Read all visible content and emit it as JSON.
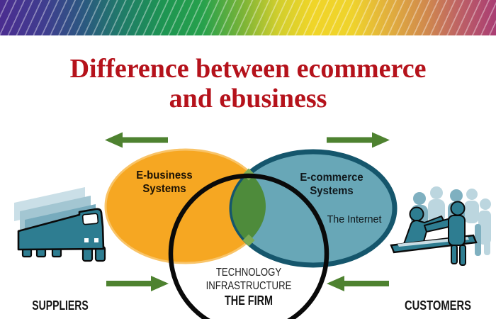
{
  "banner": {
    "stripe": "rgba(255,255,255,0.38)",
    "gradient": [
      "#4B2D90 0%",
      "#3F3D8F 9%",
      "#2B5980 17%",
      "#1F7D67 25%",
      "#1E9552 33%",
      "#27A14C 41%",
      "#7BB437 49%",
      "#D1CE2D 56%",
      "#F0D528 63%",
      "#EFD32C 71%",
      "#E0AC3E 79%",
      "#D0894D 86%",
      "#BC5F66 93%",
      "#A93C73 100%"
    ]
  },
  "title": {
    "line1": "Difference between ecommerce",
    "line2": "and ebusiness",
    "color": "#B5121B"
  },
  "colors": {
    "orange": "#F6A722",
    "orange_rim": "#F9C468",
    "teal": "#68A7B7",
    "teal_border": "#15566C",
    "lens_green": "#4E8B3B",
    "lens_light": "#7CAB55",
    "arrow_green": "#4E8230",
    "outline_black": "#0A0A0A",
    "icon_teal": "#2E7D91",
    "layer1": "#CADFE7",
    "layer2": "#A3C6D2",
    "layer3": "#77ABBD",
    "layer4": "#4F90A5",
    "ghost_light": "#BCD6DF",
    "ghost_mid": "#7FB0C0",
    "desk_top": "#C9DDE4",
    "windshield": "#FFFFFF"
  },
  "venn": {
    "ebusiness_label": "E-business\nSystems",
    "ecommerce_label": "E-commerce\nSystems",
    "internet_label": "The Internet",
    "technology_label": "TECHNOLOGY\nINFRASTRUCTURE",
    "firm_label": "THE FIRM"
  },
  "sides": {
    "suppliers_label": "SUPPLIERS",
    "customers_label": "CUSTOMERS"
  },
  "icons": {
    "truck": "truck-icon",
    "customers": "people-at-counter-icon",
    "arrows": [
      "arrow-out-left-icon",
      "arrow-out-right-icon",
      "arrow-in-right-icon",
      "arrow-in-left-icon"
    ]
  }
}
